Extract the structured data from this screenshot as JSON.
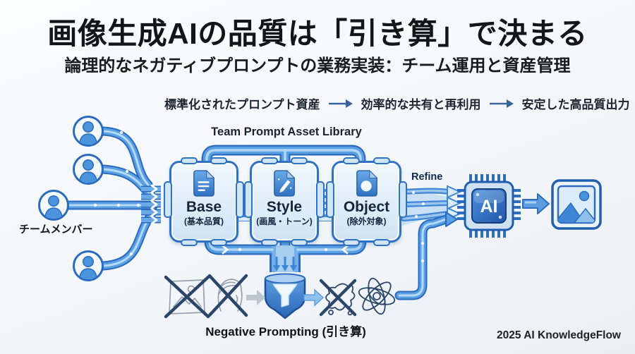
{
  "title": "画像生成AIの品質は「引き算」で決まる",
  "subtitle": "論理的なネガティブプロンプトの業務実装：チーム運用と資産管理",
  "benefits": {
    "step1": "標準化されたプロンプト資産",
    "step2": "効率的な共有と再利用",
    "step3": "安定した高品質出力"
  },
  "library": {
    "title": "Team Prompt Asset Library",
    "cards": [
      {
        "name": "Base",
        "sub": "(基本品質)"
      },
      {
        "name": "Style",
        "sub": "(画風・トーン)"
      },
      {
        "name": "Object",
        "sub": "(除外対象)"
      }
    ]
  },
  "team": {
    "label": "チームメンバー"
  },
  "pipeline": {
    "refine_label": "Refine",
    "chip_label": "AI"
  },
  "negative": {
    "label": "Negative Prompting (引き算)"
  },
  "footer": {
    "credit": "2025 AI KnowledgeFlow"
  },
  "colors": {
    "accent_blue": "#3f86d6",
    "pipe_outline": "#2a6bbf",
    "sketch_navy": "#2b4668",
    "background": "#f3f6fa"
  }
}
